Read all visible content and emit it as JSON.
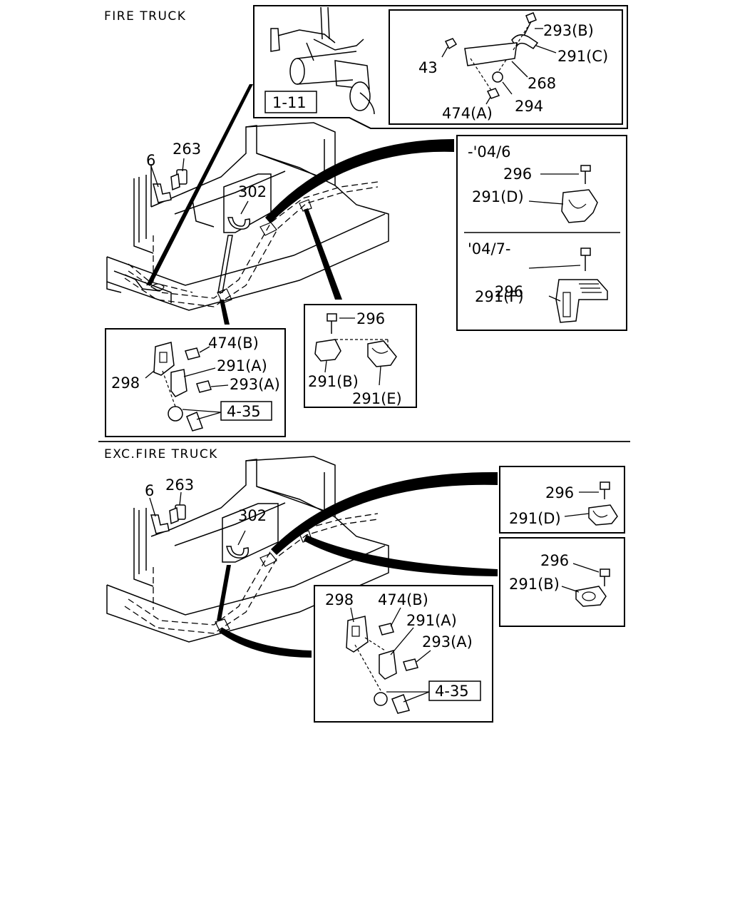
{
  "sections": {
    "fire_truck": "FIRE TRUCK",
    "exc_fire_truck": "EXC.FIRE TRUCK"
  },
  "refs": {
    "ref_1_11": "1-11",
    "ref_4_35_top": "4-35",
    "ref_4_35_bottom": "4-35"
  },
  "periods": {
    "before": "-'04/6",
    "after": "'04/7-"
  },
  "labels": {
    "p293B": "293(B)",
    "p291C": "291(C)",
    "p43": "43",
    "p268": "268",
    "p294": "294",
    "p474A": "474(A)",
    "p6_top": "6",
    "p263_top": "263",
    "p302_top": "302",
    "p296_d_top": "296",
    "p291D_top": "291(D)",
    "p296_f_top": "296",
    "p291F": "291(F)",
    "p474B_top": "474(B)",
    "p291A_top": "291(A)",
    "p298_top": "298",
    "p293A_top": "293(A)",
    "p296_mid": "296",
    "p291B_mid": "291(B)",
    "p291E": "291(E)",
    "p6_bot": "6",
    "p263_bot": "263",
    "p302_bot": "302",
    "p296_d_bot": "296",
    "p291D_bot": "291(D)",
    "p296_b_bot": "296",
    "p291B_bot": "291(B)",
    "p298_bot": "298",
    "p474B_bot": "474(B)",
    "p291A_bot": "291(A)",
    "p293A_bot": "293(A)"
  }
}
